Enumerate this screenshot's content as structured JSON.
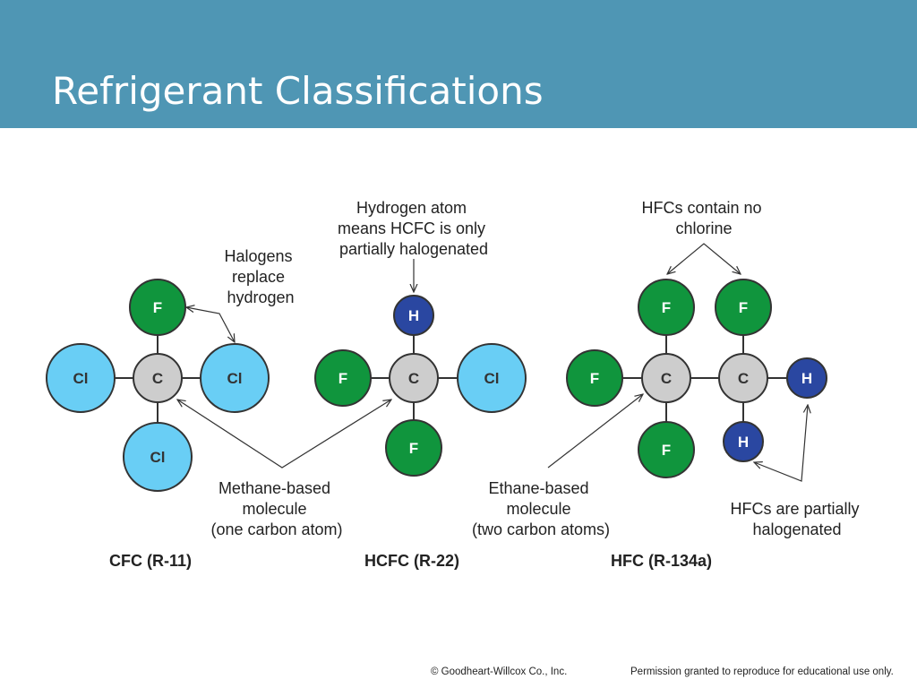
{
  "slide": {
    "title": "Refrigerant Classifications"
  },
  "diagram": {
    "atoms": {
      "F": "F",
      "Cl": "Cl",
      "C": "C",
      "H": "H"
    },
    "annotations": {
      "halogens": [
        "Halogens",
        "replace",
        "hydrogen"
      ],
      "hydrogen_atom": [
        "Hydrogen atom",
        "means HCFC is only",
        "partially halogenated"
      ],
      "hfc_no_chlorine": [
        "HFCs contain no",
        "chlorine"
      ],
      "methane": [
        "Methane-based",
        "molecule",
        "(one carbon atom)"
      ],
      "ethane": [
        "Ethane-based",
        "molecule",
        "(two carbon atoms)"
      ],
      "hfc_partial": [
        "HFCs are partially",
        "halogenated"
      ]
    },
    "molecule_labels": {
      "cfc": "CFC (R-11)",
      "hcfc": "HCFC (R-22)",
      "hfc": "HFC (R-134a)"
    },
    "colors": {
      "header": "#4f96b4",
      "fluorine": "#10953d",
      "chlorine": "#69cef5",
      "carbon": "#cdcdcd",
      "hydrogen": "#2a47a1",
      "outline": "#333333"
    }
  },
  "footer": {
    "copyright": "© Goodheart-Willcox Co., Inc.",
    "permission": "Permission granted to reproduce for educational use only."
  }
}
